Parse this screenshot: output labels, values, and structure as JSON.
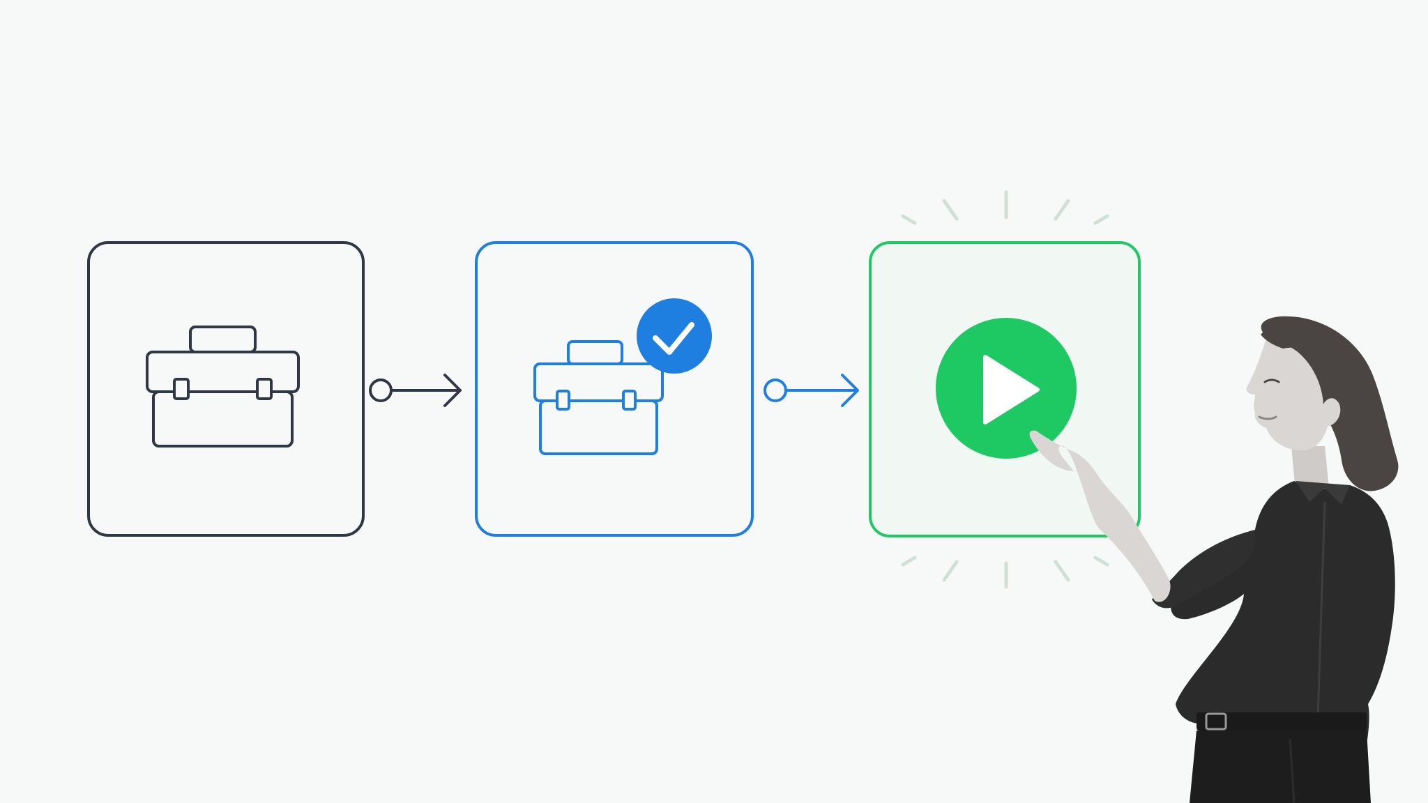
{
  "diagram": {
    "steps": [
      {
        "id": "toolbox",
        "state": "idle",
        "icon": "toolbox-icon",
        "color": "#2f3744"
      },
      {
        "id": "toolbox-verified",
        "state": "verified",
        "icon": "toolbox-check-icon",
        "color": "#1f7fe0",
        "badge_icon": "check-icon"
      },
      {
        "id": "run",
        "state": "active",
        "icon": "play-icon",
        "color": "#1ec964",
        "fill": "#f1f7f2"
      }
    ],
    "connectors": [
      {
        "from": "toolbox",
        "to": "toolbox-verified",
        "color": "#2f3744",
        "style": "circle-to-arrow"
      },
      {
        "from": "toolbox-verified",
        "to": "run",
        "color": "#1f7fe0",
        "style": "circle-to-arrow"
      }
    ],
    "highlight": {
      "target": "run",
      "rays_color": "#cfe1d6"
    }
  },
  "person": {
    "description_icon": "person-pointing",
    "shirt_color": "#2b2b2b",
    "hair_color": "#4a4542",
    "skin_color": "#d9d6d3",
    "pants_color": "#1d1d1d"
  },
  "colors": {
    "background": "#f7f8f8",
    "dark": "#2f3744",
    "blue": "#1f7fe0",
    "green": "#1ec964"
  }
}
